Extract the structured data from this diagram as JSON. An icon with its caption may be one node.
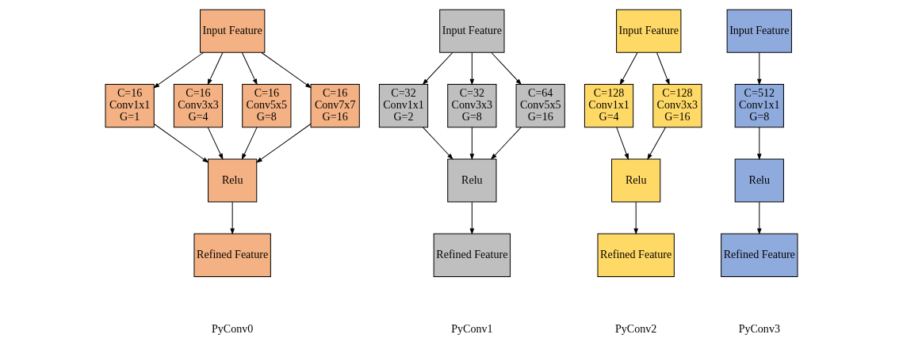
{
  "diagram": {
    "nodes": [
      {
        "text": [
          "Input Feature"
        ]
      },
      {
        "text": [
          "C=16",
          "Conv1x1",
          "G=1"
        ]
      },
      {
        "text": [
          "C=16",
          "Conv3x3",
          "G=4"
        ]
      },
      {
        "text": [
          "C=16",
          "Conv5x5",
          "G=8"
        ]
      },
      {
        "text": [
          "C=16",
          "Conv7x7",
          "G=16"
        ]
      },
      {
        "text": [
          "Relu"
        ]
      },
      {
        "text": [
          "Refined Feature"
        ]
      },
      {
        "text": [
          "Input Feature"
        ]
      },
      {
        "text": [
          "C=32",
          "Conv1x1",
          "G=2"
        ]
      },
      {
        "text": [
          "C=32",
          "Conv3x3",
          "G=8"
        ]
      },
      {
        "text": [
          "C=64",
          "Conv5x5",
          "G=16"
        ]
      },
      {
        "text": [
          "Relu"
        ]
      },
      {
        "text": [
          "Refined Feature"
        ]
      },
      {
        "text": [
          "Input Feature"
        ]
      },
      {
        "text": [
          "C=128",
          "Conv1x1",
          "G=4"
        ]
      },
      {
        "text": [
          "C=128",
          "Conv3x3",
          "G=16"
        ]
      },
      {
        "text": [
          "Relu"
        ]
      },
      {
        "text": [
          "Refined Feature"
        ]
      },
      {
        "text": [
          "Input Feature"
        ]
      },
      {
        "text": [
          "C=512",
          "Conv1x1",
          "G=8"
        ]
      },
      {
        "text": [
          "Relu"
        ]
      },
      {
        "text": [
          "Refined Feature"
        ]
      }
    ],
    "edges": [
      {
        "from": 0,
        "to": 1,
        "arrow": "to"
      },
      {
        "from": 0,
        "to": 2,
        "arrow": "to"
      },
      {
        "from": 0,
        "to": 3,
        "arrow": "to"
      },
      {
        "from": 0,
        "to": 4,
        "arrow": "to"
      },
      {
        "from": 1,
        "to": 5,
        "arrow": "to"
      },
      {
        "from": 2,
        "to": 5,
        "arrow": "to"
      },
      {
        "from": 3,
        "to": 5,
        "arrow": "to"
      },
      {
        "from": 4,
        "to": 5,
        "arrow": "to"
      },
      {
        "from": 5,
        "to": 6,
        "arrow": "to"
      },
      {
        "from": 7,
        "to": 8,
        "arrow": "to"
      },
      {
        "from": 7,
        "to": 9,
        "arrow": "to"
      },
      {
        "from": 7,
        "to": 10,
        "arrow": "to"
      },
      {
        "from": 8,
        "to": 11,
        "arrow": "to"
      },
      {
        "from": 9,
        "to": 11,
        "arrow": "to"
      },
      {
        "from": 10,
        "to": 11,
        "arrow": "to"
      },
      {
        "from": 11,
        "to": 12,
        "arrow": "to"
      },
      {
        "from": 13,
        "to": 14,
        "arrow": "to"
      },
      {
        "from": 13,
        "to": 15,
        "arrow": "to"
      },
      {
        "from": 14,
        "to": 16,
        "arrow": "to"
      },
      {
        "from": 15,
        "to": 16,
        "arrow": "to"
      },
      {
        "from": 16,
        "to": 17,
        "arrow": "to"
      },
      {
        "from": 18,
        "to": 19,
        "arrow": "to"
      },
      {
        "from": 19,
        "to": 20,
        "arrow": "to"
      },
      {
        "from": 20,
        "to": 21,
        "arrow": "to"
      }
    ],
    "labels": [
      "PyConv0",
      "PyConv1",
      "PyConv2",
      "PyConv3"
    ]
  }
}
